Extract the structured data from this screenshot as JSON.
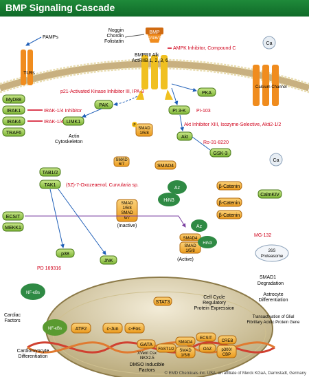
{
  "title": "BMP Signaling Cascade",
  "footer": "© EMD Chemicals Inc. USA, an affiliate of Merck KGaA, Darmstadt, Germany",
  "colors": {
    "title_bg": "#1a7a34",
    "inhibitor": "#d0021b",
    "arrow": "#1f5fb8",
    "protein_green": "#8cc63f",
    "smad_orange": "#f5a623",
    "receptor_orange": "#f08c1e",
    "membrane": "#b8a070"
  },
  "labels": {
    "pamps": "PAMPs",
    "noggin": "Noggin",
    "chordin": "Chordin",
    "folistatin": "Folistatin",
    "bmp": "BMP",
    "bmp_sub": "2/4/6/7",
    "bmprii_alk": "BMPRII  Alk",
    "actriib": "ActRIIB  1, 2, 3, 6",
    "ampk_inhib": "AMPK Inhibitor, Compound C",
    "tlrs": "TLRs",
    "myd88": "MyD88",
    "irak1": "IRAK1",
    "irak4": "IRAK4",
    "irak_inhib1": "IRAK-1/4 Inhibitor",
    "irak_inhib2": "IRAK-1/4 Inhibitor",
    "traf6": "TRAF6",
    "pak_inhib": "p21-Activated Kinase Inhibitor III, IPA-3",
    "pak": "PAK",
    "limk1": "LIMK1",
    "actin": "Actin",
    "cytoskeleton": "Cytoskeleton",
    "smad158_top": "SMAD",
    "smad158_top2": "1/5/8",
    "smad67": "SMAD",
    "smad67_2": "6/7",
    "smad4_mid": "SMAD4",
    "pi3k": "PI 3-K",
    "pi103": "PI-103",
    "akt_inhib": "Akt Inhibitor XIII, Isozyme-Selective, Akti2-1/2",
    "akt": "Akt",
    "ro31": "Ro-31-8220",
    "gsk3": "GSK-3",
    "pka": "PKA",
    "ca": "Ca",
    "ca2": "Ca",
    "calcium_channel": "Calcium\nChannel",
    "calmkiv": "CalmKIV",
    "tab12": "TAB1/2",
    "tak1": "TAK1",
    "tak_inhib": "(5Z)-7-Oxozeaenol, Curvularia sp.",
    "inactive_smad": "SMAD",
    "inactive_smad2": "1/5/8",
    "inactive_smad3": "SMAD",
    "inactive_smad4": "6/7",
    "inactive": "(Inactive)",
    "az": "Az",
    "hin3": "HiN3",
    "ecsit": "ECSIT",
    "mekk1": "MEKK1",
    "catenin1": "β-Catenin",
    "catenin2": "β-Catenin",
    "catenin3": "β-Catenin",
    "az2": "Az",
    "smad4_active": "SMAD4",
    "smad_active": "SMAD",
    "smad_active2": "1/5/8",
    "active": "(Active)",
    "hin3b": "HiN3",
    "mg132": "MG-132",
    "proteasome1": "26S",
    "proteasome2": "Proteasome",
    "smad1_deg": "SMAD1",
    "degradation": "Degradation",
    "p38": "p38",
    "jnk": "JNK",
    "pd169316": "PD 169316",
    "nfkb_out": "NF-κBs",
    "stat3": "STAT3",
    "cell_cycle": "Cell Cycle",
    "regulatory": "Regulatory",
    "protein_expr": "Protein Expression",
    "astro1": "Astrocyte",
    "astro2": "Differentiation",
    "nfkb_in": "NF-κBs",
    "atf2": "ATF2",
    "cjun": "c-Jun",
    "cfos": "c-Fos",
    "cardiac1": "Cardiac",
    "cardiac2": "Factors",
    "cardio1": "Cardiomyocyte",
    "cardio2": "Differentiation",
    "gata": "GATA",
    "xvent": "XVent Csx",
    "nkx": "NKX2.5",
    "fast12": "FAST1/2",
    "smad4_n": "SMAD4",
    "smad158_n": "SMAD",
    "smad158_n2": "1/5/8",
    "ecsit_n": "ECSIT",
    "oaz": "OAZ",
    "creb": "CREB",
    "p300": "p300/",
    "cbp": "CBP",
    "glial1": "Transactivation of Glial",
    "glial2": "Fibrillary Acidic Protein Gene",
    "dmso1": "DMSO Inducible",
    "dmso2": "Factors",
    "p_label": "P"
  }
}
